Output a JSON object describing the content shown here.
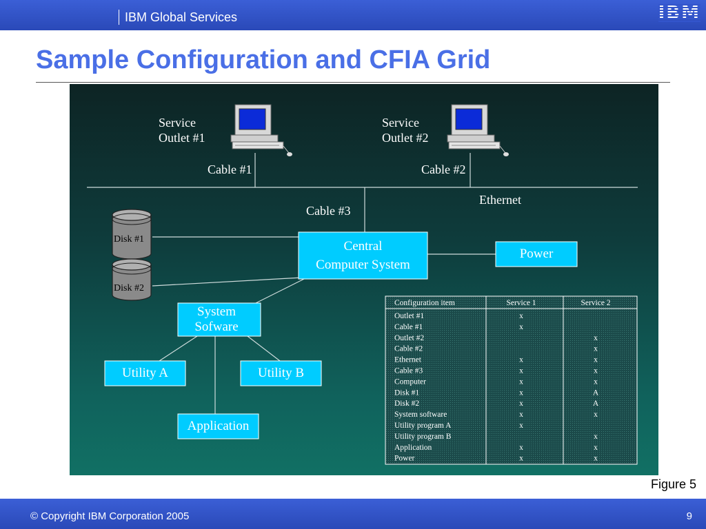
{
  "header": {
    "org": "IBM Global Services",
    "logo": "IBM"
  },
  "title": "Sample Configuration and CFIA Grid",
  "diagram": {
    "labels": {
      "service_outlet_1": [
        "Service",
        "Outlet #1"
      ],
      "service_outlet_2": [
        "Service",
        "Outlet #2"
      ],
      "cable_1": "Cable #1",
      "cable_2": "Cable #2",
      "cable_3": "Cable #3",
      "ethernet": "Ethernet"
    },
    "disks": [
      "Disk #1",
      "Disk #2"
    ],
    "boxes": {
      "central": [
        "Central",
        "Computer System"
      ],
      "power": "Power",
      "system_software": [
        "System",
        "Sofware"
      ],
      "utility_a": "Utility A",
      "utility_b": "Utility B",
      "application": "Application"
    },
    "colors": {
      "box": "#00ccff",
      "line": "#cfdcdc",
      "disk": "#8a8a8a"
    },
    "icons": [
      "computer-icon",
      "computer-icon",
      "disk-icon",
      "disk-icon"
    ]
  },
  "table": {
    "headers": [
      "Configuration item",
      "Service 1",
      "Service 2"
    ],
    "rows": [
      [
        "Outlet #1",
        "x",
        ""
      ],
      [
        "Cable #1",
        "x",
        ""
      ],
      [
        "Outlet #2",
        "",
        "x"
      ],
      [
        "Cable #2",
        "",
        "x"
      ],
      [
        "Ethernet",
        "x",
        "x"
      ],
      [
        "Cable #3",
        "x",
        "x"
      ],
      [
        "Computer",
        "x",
        "x"
      ],
      [
        "Disk #1",
        "x",
        "A"
      ],
      [
        "Disk #2",
        "x",
        "A"
      ],
      [
        "System software",
        "x",
        "x"
      ],
      [
        "Utility program A",
        "x",
        ""
      ],
      [
        "Utility program B",
        "",
        "x"
      ],
      [
        "Application",
        "x",
        "x"
      ],
      [
        "Power",
        "x",
        "x"
      ]
    ]
  },
  "caption": "Figure 5",
  "footer": {
    "copyright": "© Copyright IBM Corporation 2005",
    "page": "9"
  }
}
